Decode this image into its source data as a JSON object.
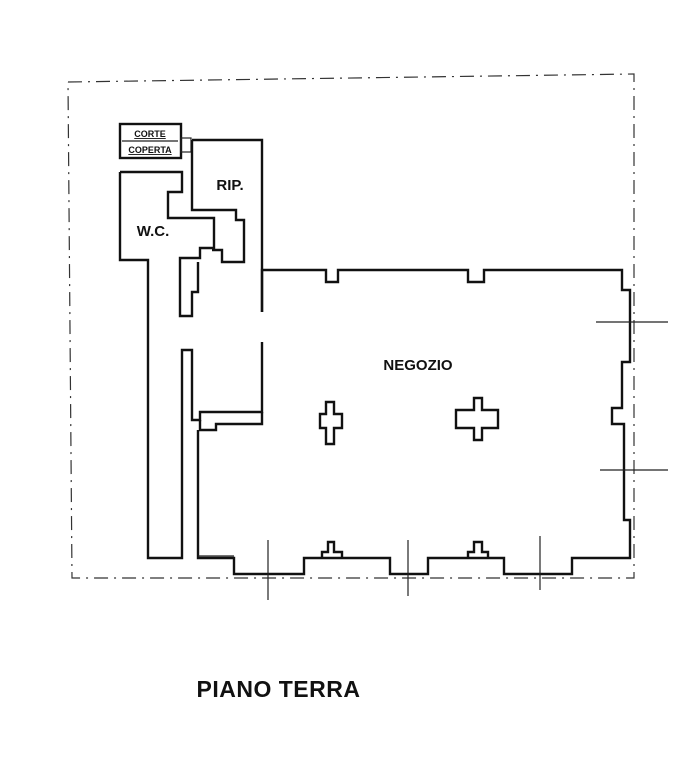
{
  "rooms": {
    "corte_line1": "CORTE",
    "corte_line2": "COPERTA",
    "ripostiglio": "RIP.",
    "wc": "W.C.",
    "negozio": "NEGOZIO"
  },
  "floor_title": "PIANO TERRA"
}
